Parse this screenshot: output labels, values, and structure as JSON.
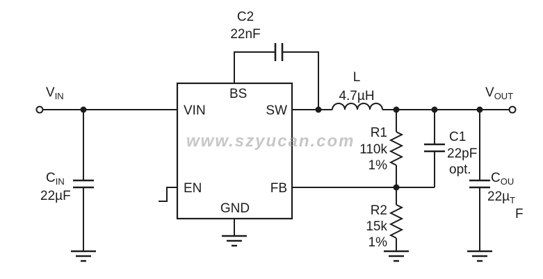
{
  "watermark": "www.szyucan.com",
  "ports": {
    "vin": {
      "main": "V",
      "sub": "IN"
    },
    "vout": {
      "main": "V",
      "sub": "OUT"
    }
  },
  "ic": {
    "pins": {
      "vin": "VIN",
      "bs": "BS",
      "sw": "SW",
      "en": "EN",
      "fb": "FB",
      "gnd": "GND"
    }
  },
  "components": {
    "cin": {
      "ref_main": "C",
      "ref_sub": "IN",
      "value": "22µF"
    },
    "c2": {
      "ref": "C2",
      "value": "22nF"
    },
    "l": {
      "ref": "L",
      "value": "4.7µH"
    },
    "r1": {
      "ref": "R1",
      "value": "110k",
      "tolerance": "1%"
    },
    "r2": {
      "ref": "R2",
      "value": "15k",
      "tolerance": "1%"
    },
    "c1": {
      "ref": "C1",
      "value": "22pF",
      "note": "opt."
    },
    "cout": {
      "ref_main": "C",
      "ref_sub": "OU",
      "value_main": "22µ",
      "value_sub": "T",
      "overflow": "F"
    }
  }
}
